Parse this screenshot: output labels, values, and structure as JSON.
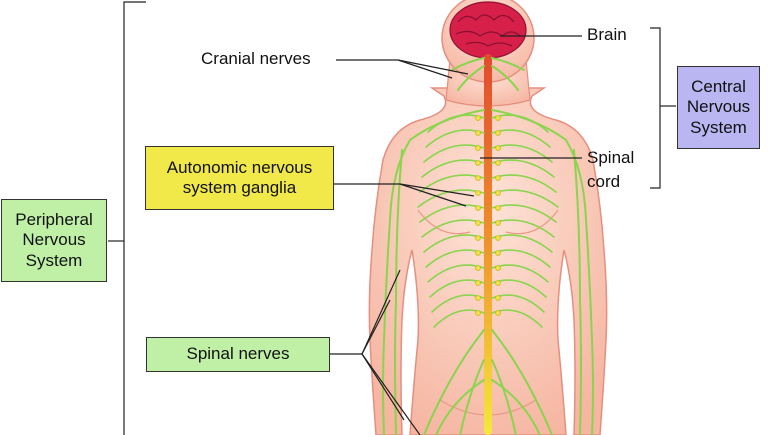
{
  "labels": {
    "brain": "Brain",
    "cranial_nerves": "Cranial nerves",
    "spinal_cord_line1": "Spinal",
    "spinal_cord_line2": "cord"
  },
  "boxes": {
    "central": {
      "lines": [
        "Central",
        "Nervous",
        "System"
      ],
      "fill": "#b9b6f2"
    },
    "peripheral": {
      "lines": [
        "Peripheral",
        "Nervous",
        "System"
      ],
      "fill": "#bff0a6"
    },
    "autonomic": {
      "lines": [
        "Autonomic nervous",
        "system ganglia"
      ],
      "fill": "#f1e84a"
    },
    "spinal_nerves": {
      "lines": [
        "Spinal nerves"
      ],
      "fill": "#bff0a6"
    }
  },
  "colors": {
    "skin": "#f9c6b4",
    "skin_outline": "#e58f80",
    "brain": "#d6204a",
    "spinal_cord": "#e8772c",
    "nerve": "#8ad44e",
    "ganglia": "#f0e24a",
    "leader": "#222222"
  }
}
